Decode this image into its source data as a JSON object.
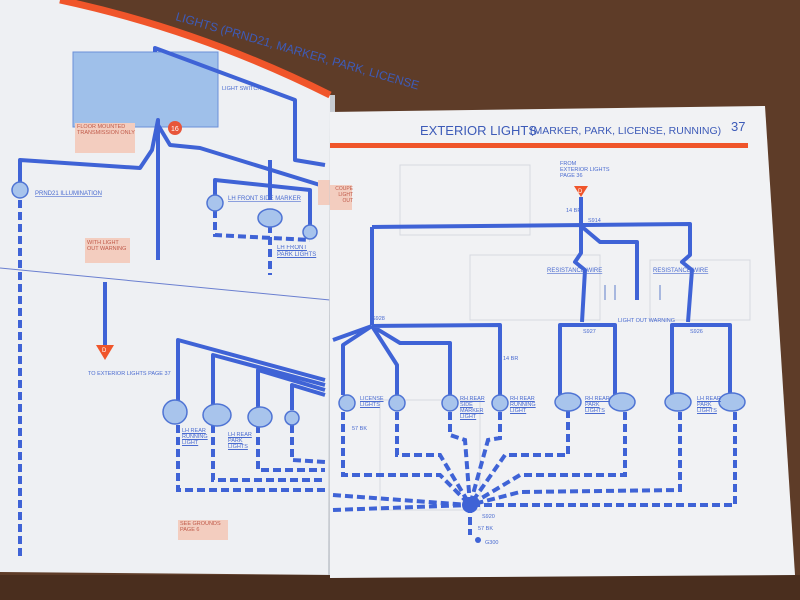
{
  "right_page": {
    "title": "EXTERIOR LIGHTS",
    "subtitle": "(MARKER, PARK, LICENSE, RUNNING)",
    "page_number": "37",
    "from_label": [
      "FROM",
      "EXTERIOR LIGHTS",
      "PAGE 36"
    ],
    "connector": "D",
    "splice_top": "S914",
    "splice_left": "S928",
    "splice_rh": "S927",
    "splice_lh": "S926",
    "splice_ground": "S920",
    "ground": "G300",
    "resistance_wire": "RESISTANCE WIRE",
    "light_out_warning": "LIGHT OUT WARNING",
    "wire_feed": "14 BR",
    "wire_ground": "57 BK",
    "lamps": [
      "LICENSE LIGHTS",
      "RH REAR SIDE MARKER LIGHT",
      "RH REAR RUNNING LIGHT",
      "RH REAR PARK LIGHTS",
      "LH REAR PARK LIGHTS"
    ],
    "edge_note": "COUPE LIGHT OUT"
  },
  "left_page": {
    "title": "LIGHTS (PRND21, MARKER, PARK, LICENSE",
    "light_switch": "LIGHT SWITCH",
    "badge": "16",
    "floor_note": "FLOOR MOUNTED TRANSMISSION ONLY",
    "prnd21": "PRND21 ILLUMINATION",
    "light_out_note": "WITH LIGHT OUT WARNING",
    "to_label": "TO EXTERIOR LIGHTS PAGE 37",
    "connector": "D",
    "grounds_note": "SEE GROUNDS PAGE 6",
    "lamps": [
      "LH REAR RUNNING LIGHT",
      "LH REAR PARK LIGHTS",
      "LH FRONT SIDE MARKER",
      "LH FRONT PARK LIGHTS"
    ],
    "colors": {
      "wire": "#3f63d6",
      "accent": "#f0552a",
      "note": "#f3cdbf"
    }
  }
}
